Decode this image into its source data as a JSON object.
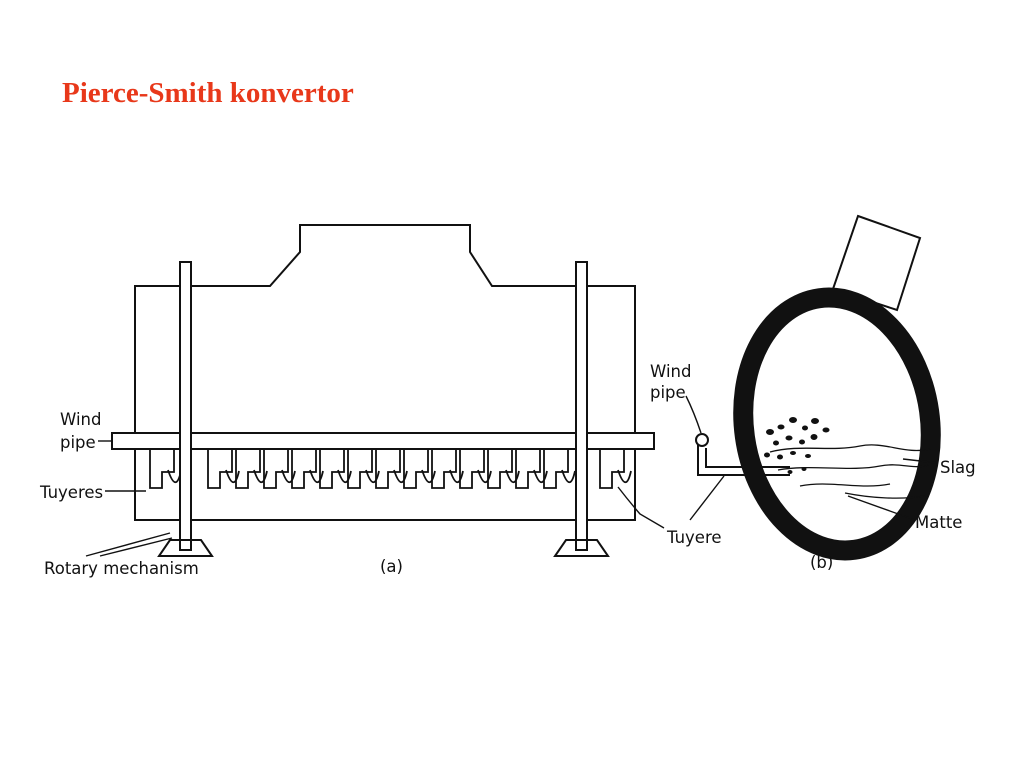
{
  "title": "Pierce-Smith konvertor",
  "colors": {
    "title": "#e8381a",
    "ink": "#111111"
  },
  "figure_a": {
    "caption": "(a)",
    "labels": {
      "wind_pipe_line1": "Wind",
      "wind_pipe_line2": "pipe",
      "tuyeres": "Tuyeres",
      "rotary_mechanism": "Rotary mechanism"
    }
  },
  "figure_b": {
    "caption": "(b)",
    "labels": {
      "wind_pipe_line1": "Wind",
      "wind_pipe_line2": "pipe",
      "tuyere": "Tuyere",
      "slag": "Slag",
      "matte": "Matte"
    }
  }
}
